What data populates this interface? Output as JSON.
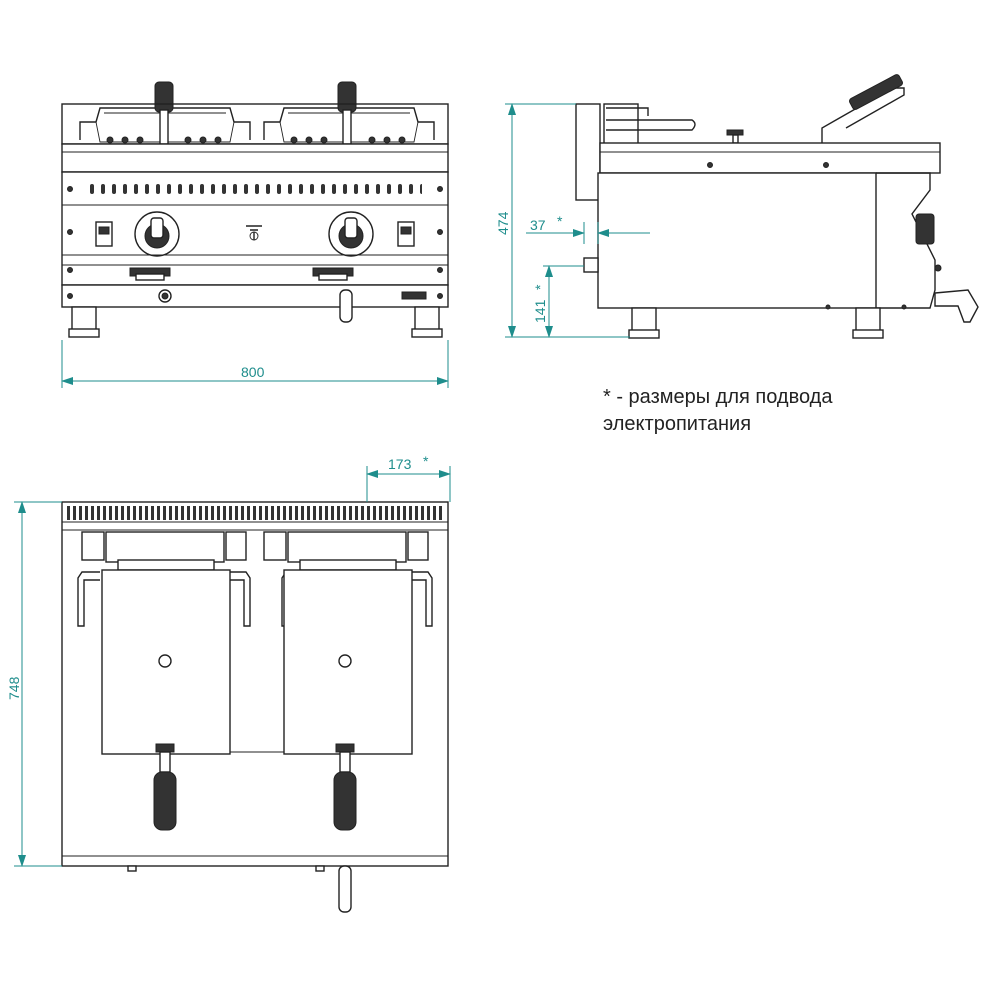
{
  "title": "Фритюрница двухванная — габаритный чертёж",
  "colors": {
    "line": "#222222",
    "dimension": "#1e8d8c",
    "background": "#ffffff"
  },
  "dimensions": {
    "front_width": "800",
    "side_height": "474",
    "side_inlet_offset": "37",
    "side_inlet_height": "141",
    "top_inlet_offset": "173",
    "top_depth": "748",
    "asterisk": "*"
  },
  "note": {
    "line1": "* - размеры для подвода",
    "line2": "электропитания"
  }
}
